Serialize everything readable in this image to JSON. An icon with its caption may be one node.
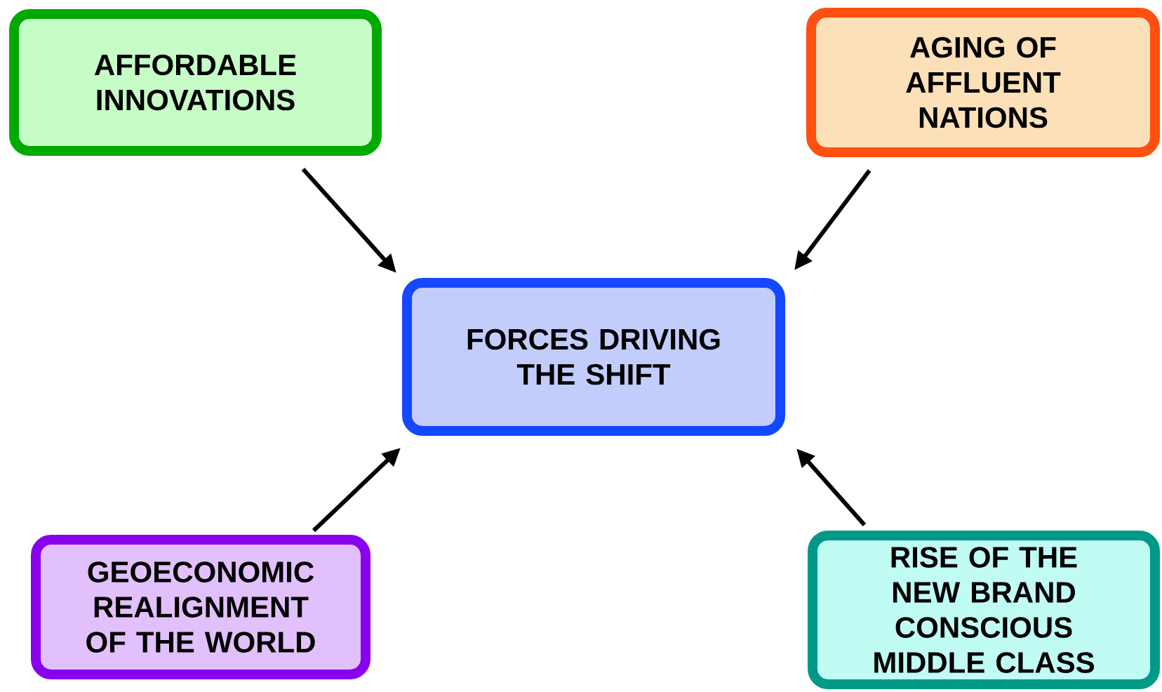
{
  "diagram": {
    "nodes": [
      {
        "text": [
          "AFFORDABLE INNOVATIONS"
        ]
      },
      {
        "text": [
          "AGING OF AFFLUENT NATIONS"
        ]
      },
      {
        "text": [
          "FORCES DRIVING THE SHIFT"
        ]
      },
      {
        "text": [
          "GEOECONOMIC REALIGNMENT OF THE WORLD"
        ]
      },
      {
        "text": [
          "RISE OF THE NEW BRAND CONSCIOUS MIDDLE CLASS"
        ]
      }
    ],
    "edges": [
      {
        "from": 0,
        "to": 2,
        "arrow": "to"
      },
      {
        "from": 1,
        "to": 2,
        "arrow": "to"
      },
      {
        "from": 3,
        "to": 2,
        "arrow": "to"
      },
      {
        "from": 4,
        "to": 2,
        "arrow": "to"
      }
    ]
  }
}
